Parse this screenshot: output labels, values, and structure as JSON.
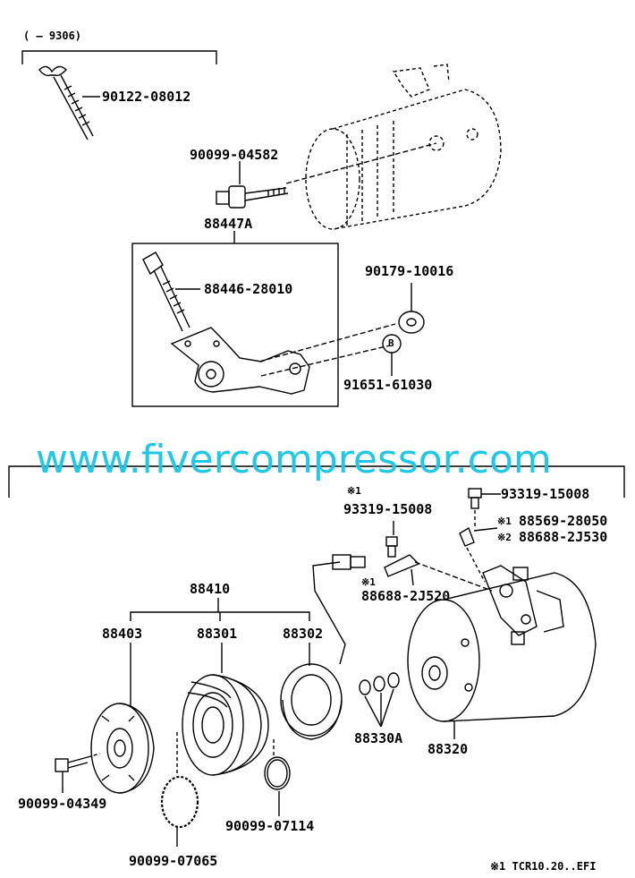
{
  "header": {
    "range": "(      – 9306)"
  },
  "labels": {
    "p90122": "90122-08012",
    "p90099_04582": "90099-04582",
    "p88447A": "88447A",
    "p88446": "88446-28010",
    "p90179": "90179-10016",
    "p91651": "91651-61030",
    "mark_b": "B",
    "p88410": "88410",
    "p88403": "88403",
    "p88301": "88301",
    "p88302": "88302",
    "p93319_left_mark": "※1",
    "p93319_left": "93319-15008",
    "p93319_right": "93319-15008",
    "p88569_mark": "※1",
    "p88569": "88569-28050",
    "p88688_right_mark": "※2",
    "p88688_right": "88688-2J530",
    "p88688_mid_mark": "※1",
    "p88688_mid": "88688-2J520",
    "p88330A": "88330A",
    "p88320": "88320",
    "p90099_04349": "90099-04349",
    "p90099_07114": "90099-07114",
    "p90099_07065": "90099-07065"
  },
  "footnote": "※1 TCR10.20..EFI",
  "watermark": "www.fivercompressor.com"
}
